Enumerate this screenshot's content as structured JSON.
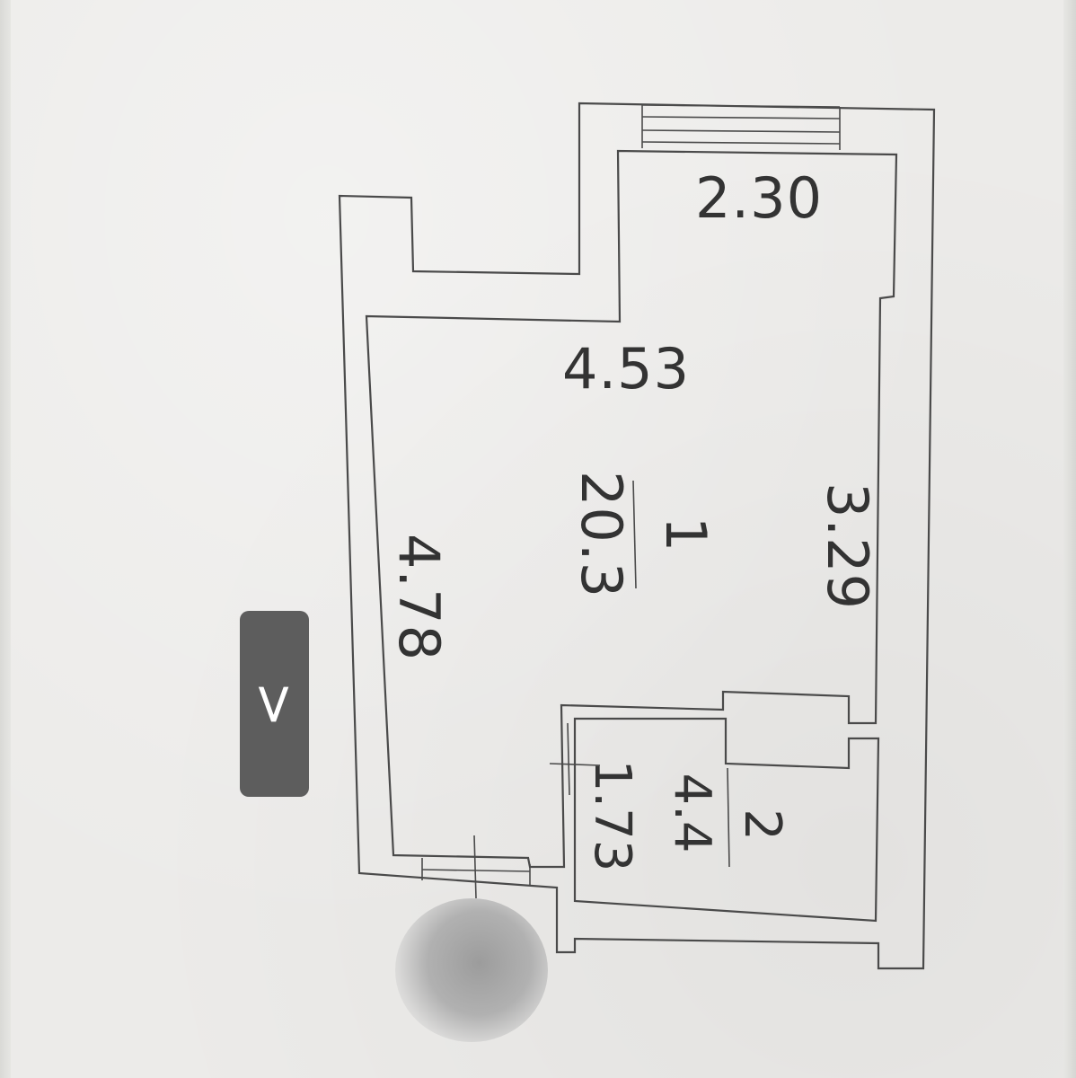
{
  "plan": {
    "room1": {
      "number": "1",
      "area": "20.3"
    },
    "room2": {
      "number": "2",
      "area": "4.4"
    },
    "dimensions": {
      "balcony_width": "2.30",
      "room_top_width": "4.53",
      "right_wall_length": "3.29",
      "left_wall_length": "4.78",
      "bathroom_length": "1.73"
    }
  },
  "overlay": {
    "nav_button_glyph": ">",
    "nav_button_color": "#5d5d5d"
  }
}
